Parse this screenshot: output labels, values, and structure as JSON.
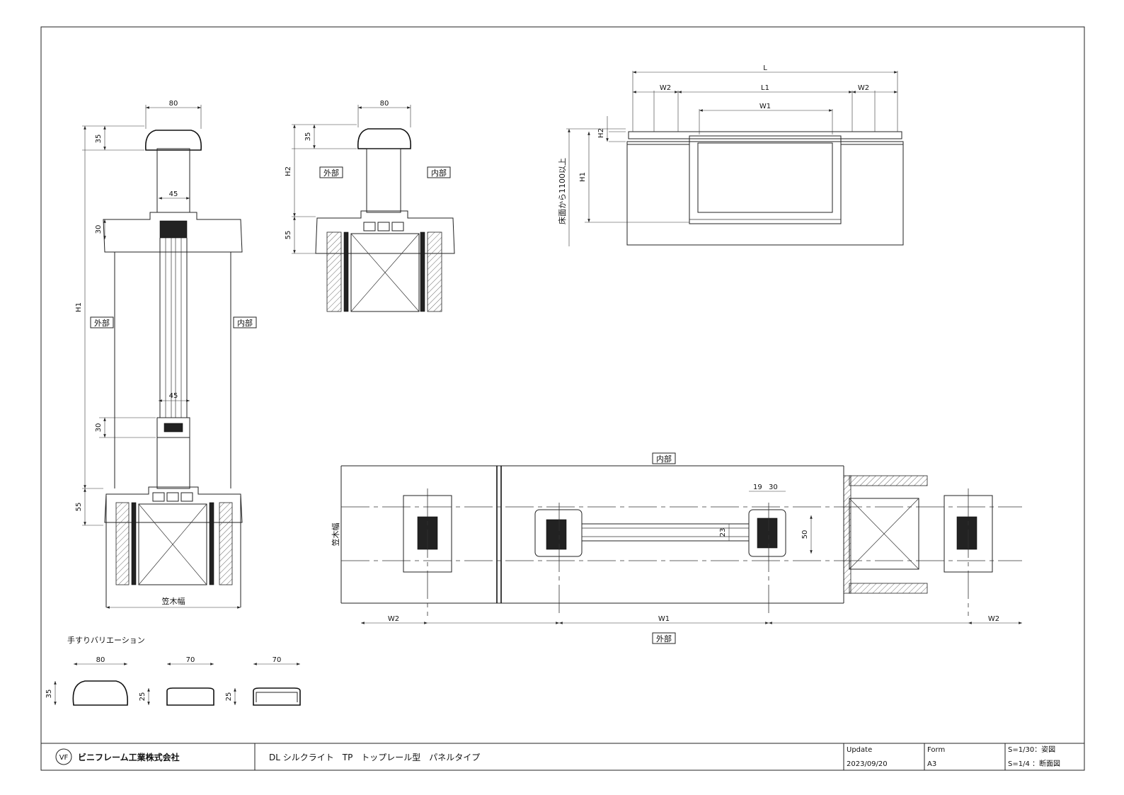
{
  "labels": {
    "exterior": "外部",
    "interior": "内部",
    "kasagi_width": "笠木幅",
    "floor_height": "床面から1100以上",
    "handrail_variations": "手すりバリエーション"
  },
  "dims": {
    "d80": "80",
    "d70": "70",
    "d45": "45",
    "d35": "35",
    "d30": "30",
    "d55": "55",
    "d25": "25",
    "d19": "19",
    "d23": "23",
    "d50": "50",
    "H1": "H1",
    "H2": "H2",
    "L": "L",
    "L1": "L1",
    "W1": "W1",
    "W2": "W2"
  },
  "title_block": {
    "company": "ビニフレーム工業株式会社",
    "product": "DL シルクライト　TP　トップレール型　パネルタイプ",
    "update_label": "Update",
    "update_value": "2023/09/20",
    "form_label": "Form",
    "form_value": "A3",
    "scale1": "S=1/30：姿図",
    "scale2": "S=1/4 ：断面図"
  }
}
